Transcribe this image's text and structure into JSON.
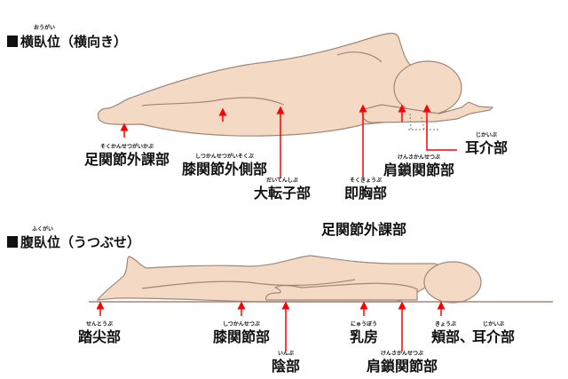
{
  "colors": {
    "skin": "#f4d9c4",
    "outline": "#a08878",
    "arrow": "#ff0000",
    "floor": "#a08878"
  },
  "lateral": {
    "title": "横臥位（横向き）",
    "title_furigana": "おうがい",
    "labels": [
      {
        "text": "足関節外課部",
        "furigana": "そくかんせつがいかぶ"
      },
      {
        "text": "膝関節外側部",
        "furigana": "しつかんせつがいそくぶ"
      },
      {
        "text": "大転子部",
        "furigana": "だいてんしぶ"
      },
      {
        "text": "即胸部",
        "furigana": "そくきょうぶ"
      },
      {
        "text": "肩鎖関節部",
        "furigana": "けんさかんせつぶ"
      },
      {
        "text": "耳介部",
        "furigana": "じかいぶ"
      }
    ]
  },
  "prone": {
    "title": "腹臥位（うつぶせ）",
    "title_furigana": "ふくがい",
    "extra_label": "足関節外課部",
    "labels": [
      {
        "text": "踏尖部",
        "furigana": "せんとうぶ"
      },
      {
        "text": "膝関節部",
        "furigana": "しつかんせつぶ"
      },
      {
        "text": "陰部",
        "furigana": "いんぶ"
      },
      {
        "text": "乳房",
        "furigana": "にゅうぼう"
      },
      {
        "text": "肩鎖関節部",
        "furigana": "けんさかんせつぶ"
      },
      {
        "text": "頬部、",
        "furigana": "きょうぶ"
      },
      {
        "text": "耳介部",
        "furigana": "じかいぶ"
      }
    ]
  }
}
